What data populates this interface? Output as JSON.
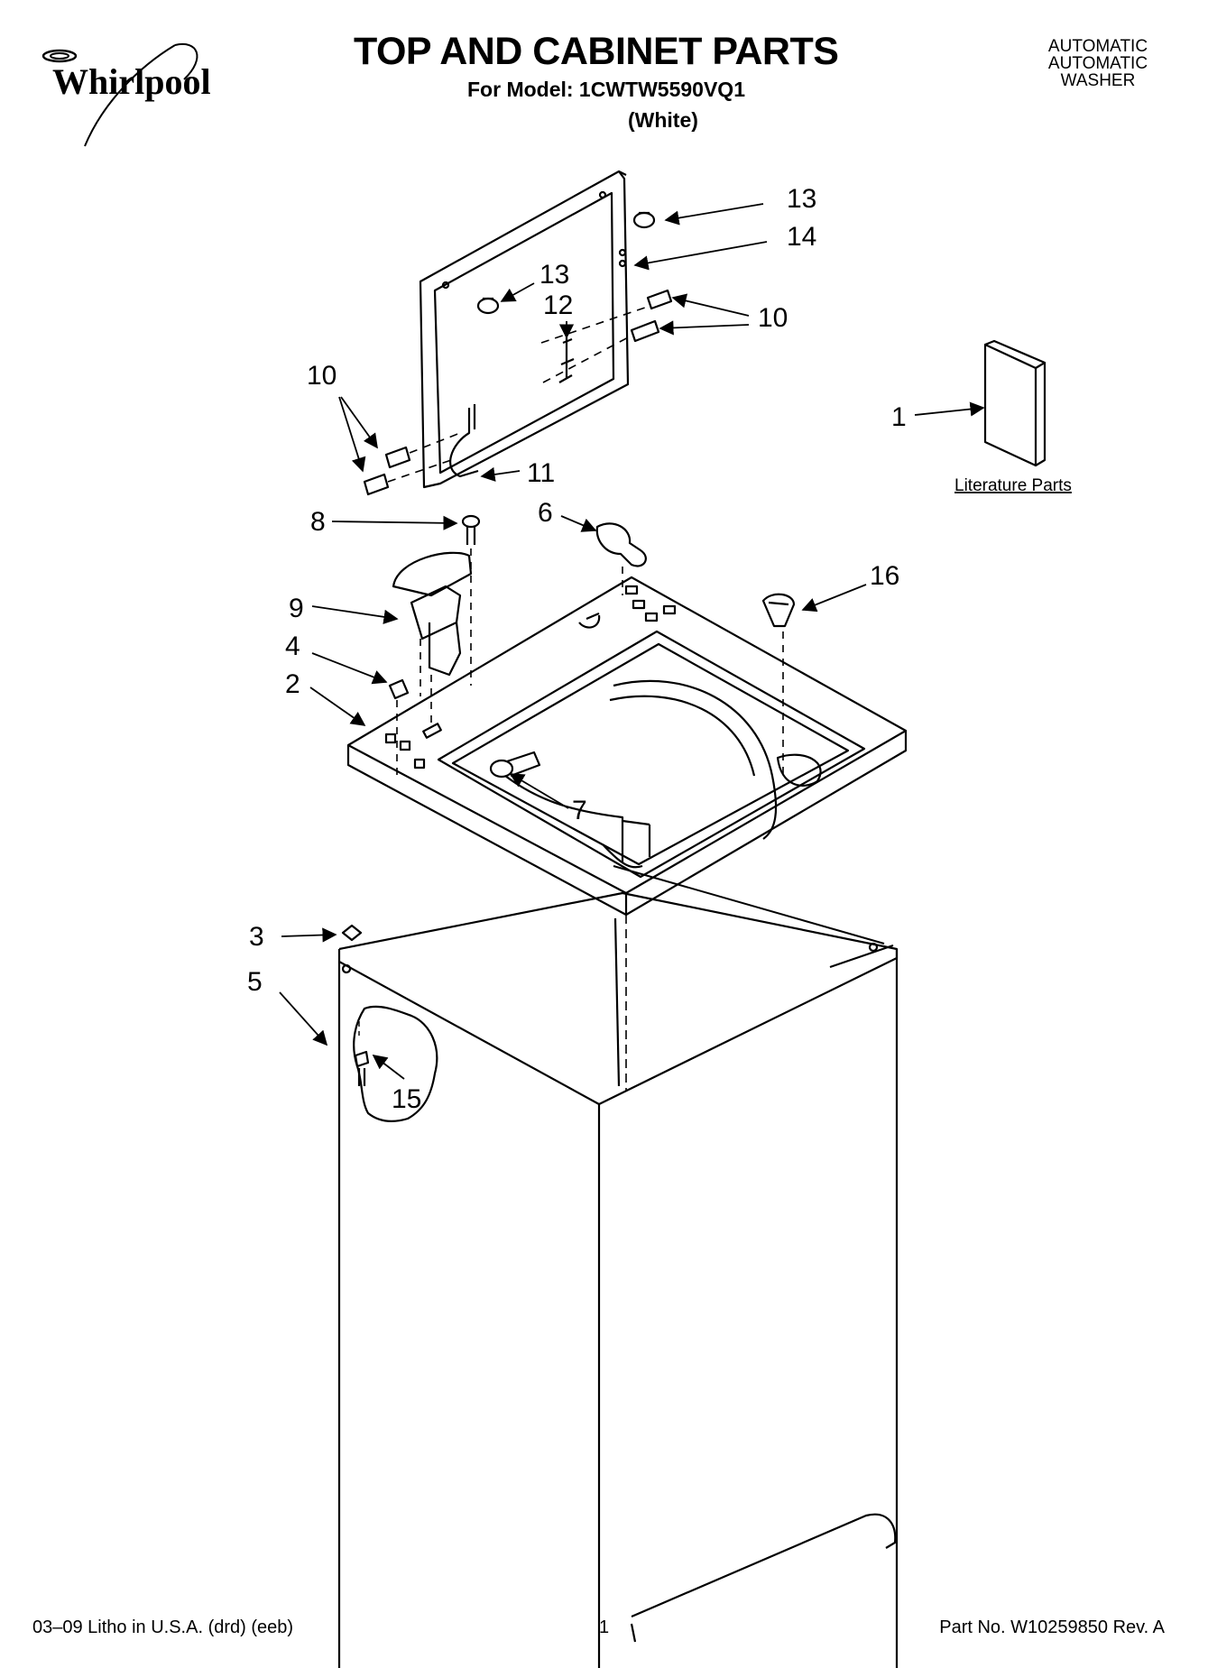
{
  "header": {
    "brand": "Whirlpool",
    "title": "TOP AND CABINET PARTS",
    "model_line": "For Model: 1CWTW5590VQ1",
    "color_line": "(White)",
    "appliance_type": [
      "AUTOMATIC",
      "AUTOMATIC",
      "WASHER"
    ]
  },
  "literature": {
    "label": "Literature Parts",
    "callout": "1"
  },
  "callouts": [
    {
      "id": "c13a",
      "label": "13"
    },
    {
      "id": "c14",
      "label": "14"
    },
    {
      "id": "c13b",
      "label": "13"
    },
    {
      "id": "c12",
      "label": "12"
    },
    {
      "id": "c10r",
      "label": "10"
    },
    {
      "id": "c10l",
      "label": "10"
    },
    {
      "id": "c11",
      "label": "11"
    },
    {
      "id": "c8",
      "label": "8"
    },
    {
      "id": "c6",
      "label": "6"
    },
    {
      "id": "c16",
      "label": "16"
    },
    {
      "id": "c9",
      "label": "9"
    },
    {
      "id": "c4",
      "label": "4"
    },
    {
      "id": "c2",
      "label": "2"
    },
    {
      "id": "c7",
      "label": "7"
    },
    {
      "id": "c3",
      "label": "3"
    },
    {
      "id": "c5",
      "label": "5"
    },
    {
      "id": "c15",
      "label": "15"
    }
  ],
  "footer": {
    "left": "03–09 Litho in U.S.A. (drd) (eeb)",
    "center": "1",
    "right": "Part No. W10259850 Rev. A"
  },
  "colors": {
    "ink": "#000000",
    "paper": "#ffffff"
  }
}
